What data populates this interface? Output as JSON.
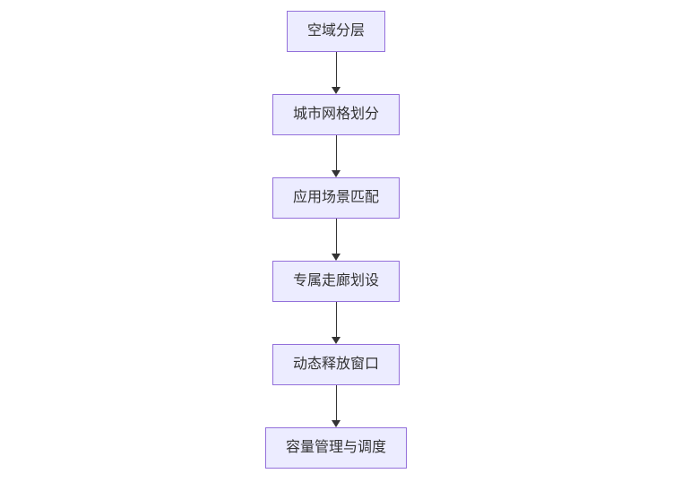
{
  "diagram": {
    "type": "flowchart",
    "direction": "top-down",
    "colors": {
      "node_fill": "#ECECFF",
      "node_border": "#9370DB",
      "arrow_color": "#333333",
      "text_color": "#333333",
      "background": "#ffffff"
    },
    "nodes": [
      {
        "label": "空域分层"
      },
      {
        "label": "城市网格划分"
      },
      {
        "label": "应用场景匹配"
      },
      {
        "label": "专属走廊划设"
      },
      {
        "label": "动态释放窗口"
      },
      {
        "label": "容量管理与调度"
      }
    ],
    "edges": [
      {
        "from": "空域分层",
        "to": "城市网格划分"
      },
      {
        "from": "城市网格划分",
        "to": "应用场景匹配"
      },
      {
        "from": "应用场景匹配",
        "to": "专属走廊划设"
      },
      {
        "from": "专属走廊划设",
        "to": "动态释放窗口"
      },
      {
        "from": "动态释放窗口",
        "to": "容量管理与调度"
      }
    ]
  }
}
